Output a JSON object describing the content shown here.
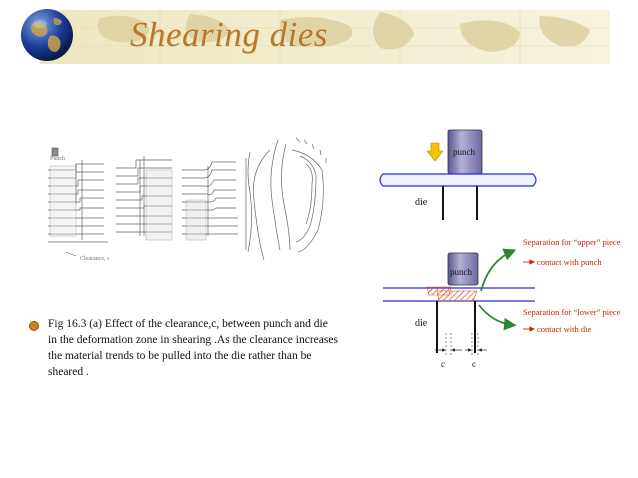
{
  "slide": {
    "title": "Shearing dies",
    "caption": "Fig 16.3 (a) Effect of the clearance,c, between punch and die in the deformation zone in shearing .As the clearance increases the material trends to be pulled into the die rather than be sheared ."
  },
  "diagram": {
    "punch_top": "punch",
    "die_top": "die",
    "punch_bottom": "punch",
    "die_bottom": "die",
    "separation_upper": "Separation for “upper” piece",
    "contact_punch": "contact with punch",
    "separation_lower": "Separation for “lower” piece",
    "contact_die": "contact with die",
    "clearance_left": "c",
    "clearance_right": "c"
  },
  "colors": {
    "title": "#b8772c",
    "annotation_red": "#cc2200",
    "arrow_green": "#2a8a2a",
    "punch_fill": "#8a86b8",
    "sheet_blue": "#2b2bd0"
  }
}
